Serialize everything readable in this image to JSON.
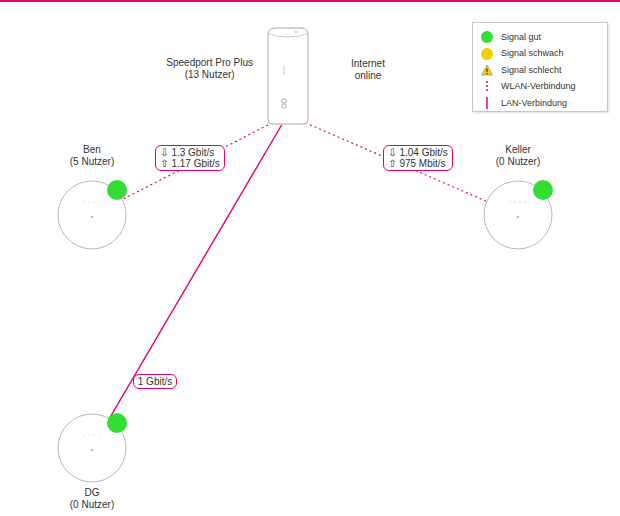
{
  "diagram": {
    "nodes": [
      {
        "text": [
          "Speedport Pro Plus",
          "(13 Nutzer)"
        ]
      },
      {
        "text": [
          "Ben",
          "(5 Nutzer)"
        ]
      },
      {
        "text": [
          "Keller",
          "(0 Nutzer)"
        ]
      },
      {
        "text": [
          "DG",
          "(0 Nutzer)"
        ]
      }
    ],
    "edges": [
      {
        "from": 0,
        "to": 1,
        "arrow": "none",
        "label": "⇩ 1.3 Gbit/s ⇧ 1.17 Gbit/s"
      },
      {
        "from": 0,
        "to": 2,
        "arrow": "none",
        "label": "⇩ 1.04 Gbit/s ⇧ 975 Mbit/s"
      },
      {
        "from": 0,
        "to": 3,
        "arrow": "none",
        "label": "1 Gbit/s"
      }
    ],
    "labels": [
      "Internet",
      "online"
    ],
    "legend": [
      {
        "text": "Signal gut",
        "color": "#33dd33"
      },
      {
        "text": "Signal schwach",
        "color": "#f5d000"
      },
      {
        "text": "Signal schlecht"
      },
      {
        "text": "WLAN-Verbindung"
      },
      {
        "text": "LAN-Verbindung"
      }
    ]
  }
}
